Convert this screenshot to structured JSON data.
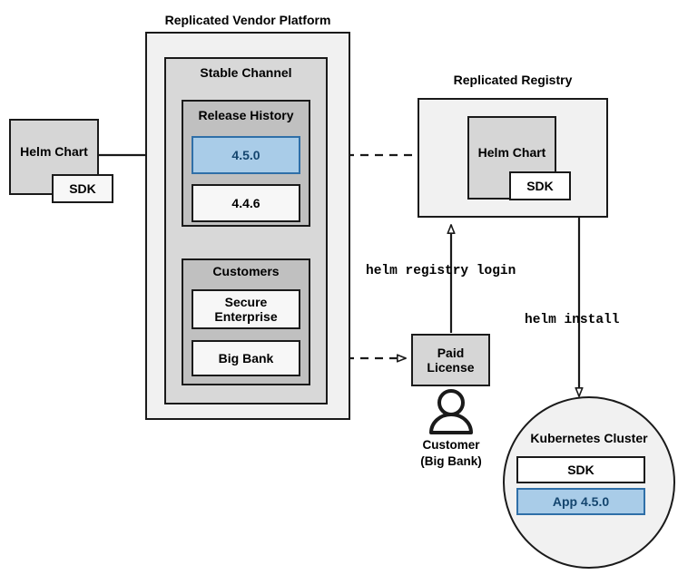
{
  "diagram": {
    "type": "flow-architecture",
    "title_visible": false
  },
  "platform": {
    "title": "Replicated Vendor Platform",
    "channel": {
      "title": "Stable Channel",
      "release_history": {
        "title": "Release History",
        "items": [
          {
            "label": "4.5.0",
            "highlighted": true
          },
          {
            "label": "4.4.6",
            "highlighted": false
          }
        ]
      },
      "customers": {
        "title": "Customers",
        "items": [
          {
            "label": "Secure\nEnterprise",
            "line1": "Secure",
            "line2": "Enterprise"
          },
          {
            "label": "Big Bank",
            "line1": "Big Bank",
            "line2": ""
          }
        ]
      }
    }
  },
  "source_chart": {
    "title": "Helm Chart",
    "sdk_label": "SDK"
  },
  "registry": {
    "title": "Replicated Registry",
    "chart_title": "Helm Chart",
    "sdk_label": "SDK"
  },
  "license": {
    "line1": "Paid",
    "line2": "License"
  },
  "customer": {
    "line1": "Customer",
    "line2": "(Big Bank)",
    "icon": "person-icon"
  },
  "cluster": {
    "title": "Kubernetes Cluster",
    "items": [
      {
        "label": "SDK",
        "highlighted": false
      },
      {
        "label": "App 4.5.0",
        "highlighted": true
      }
    ]
  },
  "commands": {
    "registry_login": "helm registry login",
    "install": "helm install"
  },
  "colors": {
    "accent_blue_fill": "#a9cce8",
    "accent_blue_border": "#2f6fa8",
    "accent_blue_text": "#14456e",
    "outer_gray": "#f1f1f1",
    "mid_gray": "#d8d8d8",
    "inner_gray": "#c0c0c0",
    "box_gray": "#d6d6d6",
    "white_box": "#f7f7f7",
    "stroke": "#1a1a1a"
  }
}
